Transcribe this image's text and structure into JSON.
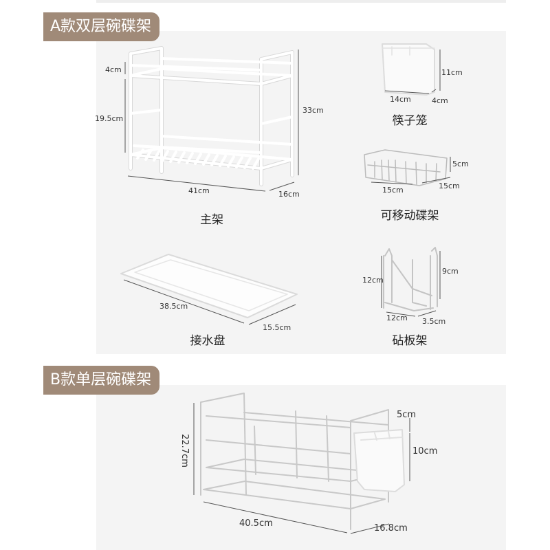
{
  "section_a": {
    "title": "A款双层碗碟架",
    "main_rack": {
      "caption": "主架",
      "dim_top": "4cm",
      "dim_side": "19.5cm",
      "dim_height": "33cm",
      "dim_length": "41cm",
      "dim_depth": "16cm"
    },
    "chopstick_cage": {
      "caption": "筷子笼",
      "dim_height": "11cm",
      "dim_width": "14cm",
      "dim_depth": "4cm"
    },
    "movable_rack": {
      "caption": "可移动碟架",
      "dim_height": "5cm",
      "dim_width": "15cm",
      "dim_depth": "15cm"
    },
    "drip_tray": {
      "caption": "接水盘",
      "dim_length": "38.5cm",
      "dim_width": "15.5cm"
    },
    "board_rack": {
      "caption": "砧板架",
      "dim_left": "12cm",
      "dim_right": "9cm",
      "dim_bottom": "12cm",
      "dim_depth": "3.5cm"
    }
  },
  "section_b": {
    "title": "B款单层碗碟架",
    "dim_height": "22.7cm",
    "dim_cage_top": "5cm",
    "dim_cage_height": "10cm",
    "dim_length": "40.5cm",
    "dim_depth": "16.8cm"
  }
}
